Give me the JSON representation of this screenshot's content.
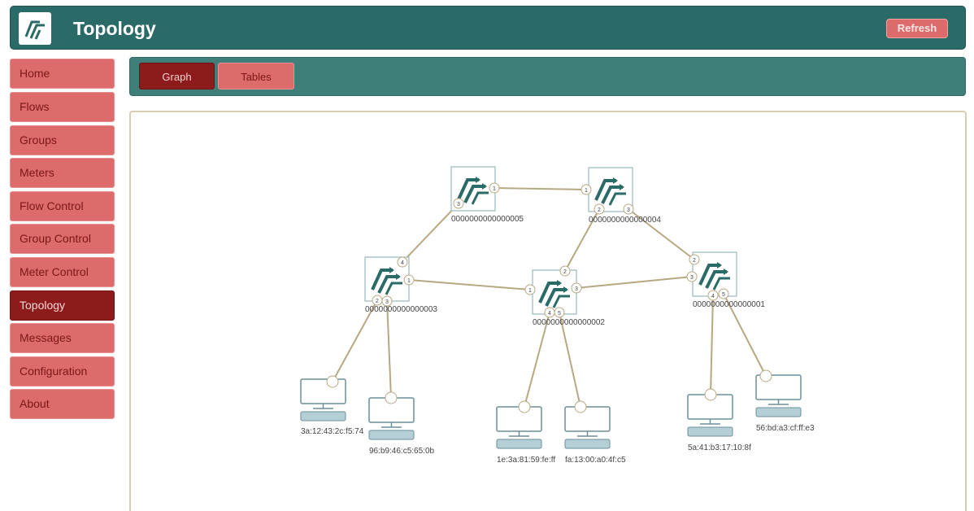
{
  "header": {
    "title": "Topology",
    "refresh_label": "Refresh"
  },
  "sidebar": {
    "items": [
      {
        "label": "Home"
      },
      {
        "label": "Flows"
      },
      {
        "label": "Groups"
      },
      {
        "label": "Meters"
      },
      {
        "label": "Flow Control"
      },
      {
        "label": "Group Control"
      },
      {
        "label": "Meter Control"
      },
      {
        "label": "Topology",
        "active": true
      },
      {
        "label": "Messages"
      },
      {
        "label": "Configuration"
      },
      {
        "label": "About"
      }
    ]
  },
  "tabs": [
    {
      "label": "Graph",
      "active": true
    },
    {
      "label": "Tables"
    }
  ],
  "topology": {
    "switches": [
      {
        "id": "s5",
        "label": "0000000000000005",
        "ports": [
          "3",
          "1"
        ]
      },
      {
        "id": "s4",
        "label": "0000000000000004",
        "ports": [
          "1",
          "2",
          "3"
        ]
      },
      {
        "id": "s3",
        "label": "0000000000000003",
        "ports": [
          "4",
          "1",
          "2",
          "3"
        ]
      },
      {
        "id": "s2",
        "label": "0000000000000002",
        "ports": [
          "2",
          "1",
          "3",
          "4",
          "5"
        ]
      },
      {
        "id": "s1",
        "label": "0000000000000001",
        "ports": [
          "2",
          "3",
          "4",
          "5"
        ]
      }
    ],
    "hosts": [
      {
        "id": "h1",
        "label": "3a:12:43:2c:f5:74"
      },
      {
        "id": "h2",
        "label": "96:b9:46:c5:65:0b"
      },
      {
        "id": "h3",
        "label": "1e:3a:81:59:fe:ff"
      },
      {
        "id": "h4",
        "label": "fa:13:00:a0:4f:c5"
      },
      {
        "id": "h5",
        "label": "5a:41:b3:17:10:8f"
      },
      {
        "id": "h6",
        "label": "56:bd:a3:cf:ff:e3"
      }
    ]
  },
  "colors": {
    "header_bg": "#2b6b67",
    "tabbar_bg": "#3f7e79",
    "nav_bg": "#de6b6b",
    "nav_active_bg": "#8e1b1b",
    "link": "#b8a882",
    "switch_icon": "#2b6b67",
    "host_icon": "#6b8f99"
  }
}
